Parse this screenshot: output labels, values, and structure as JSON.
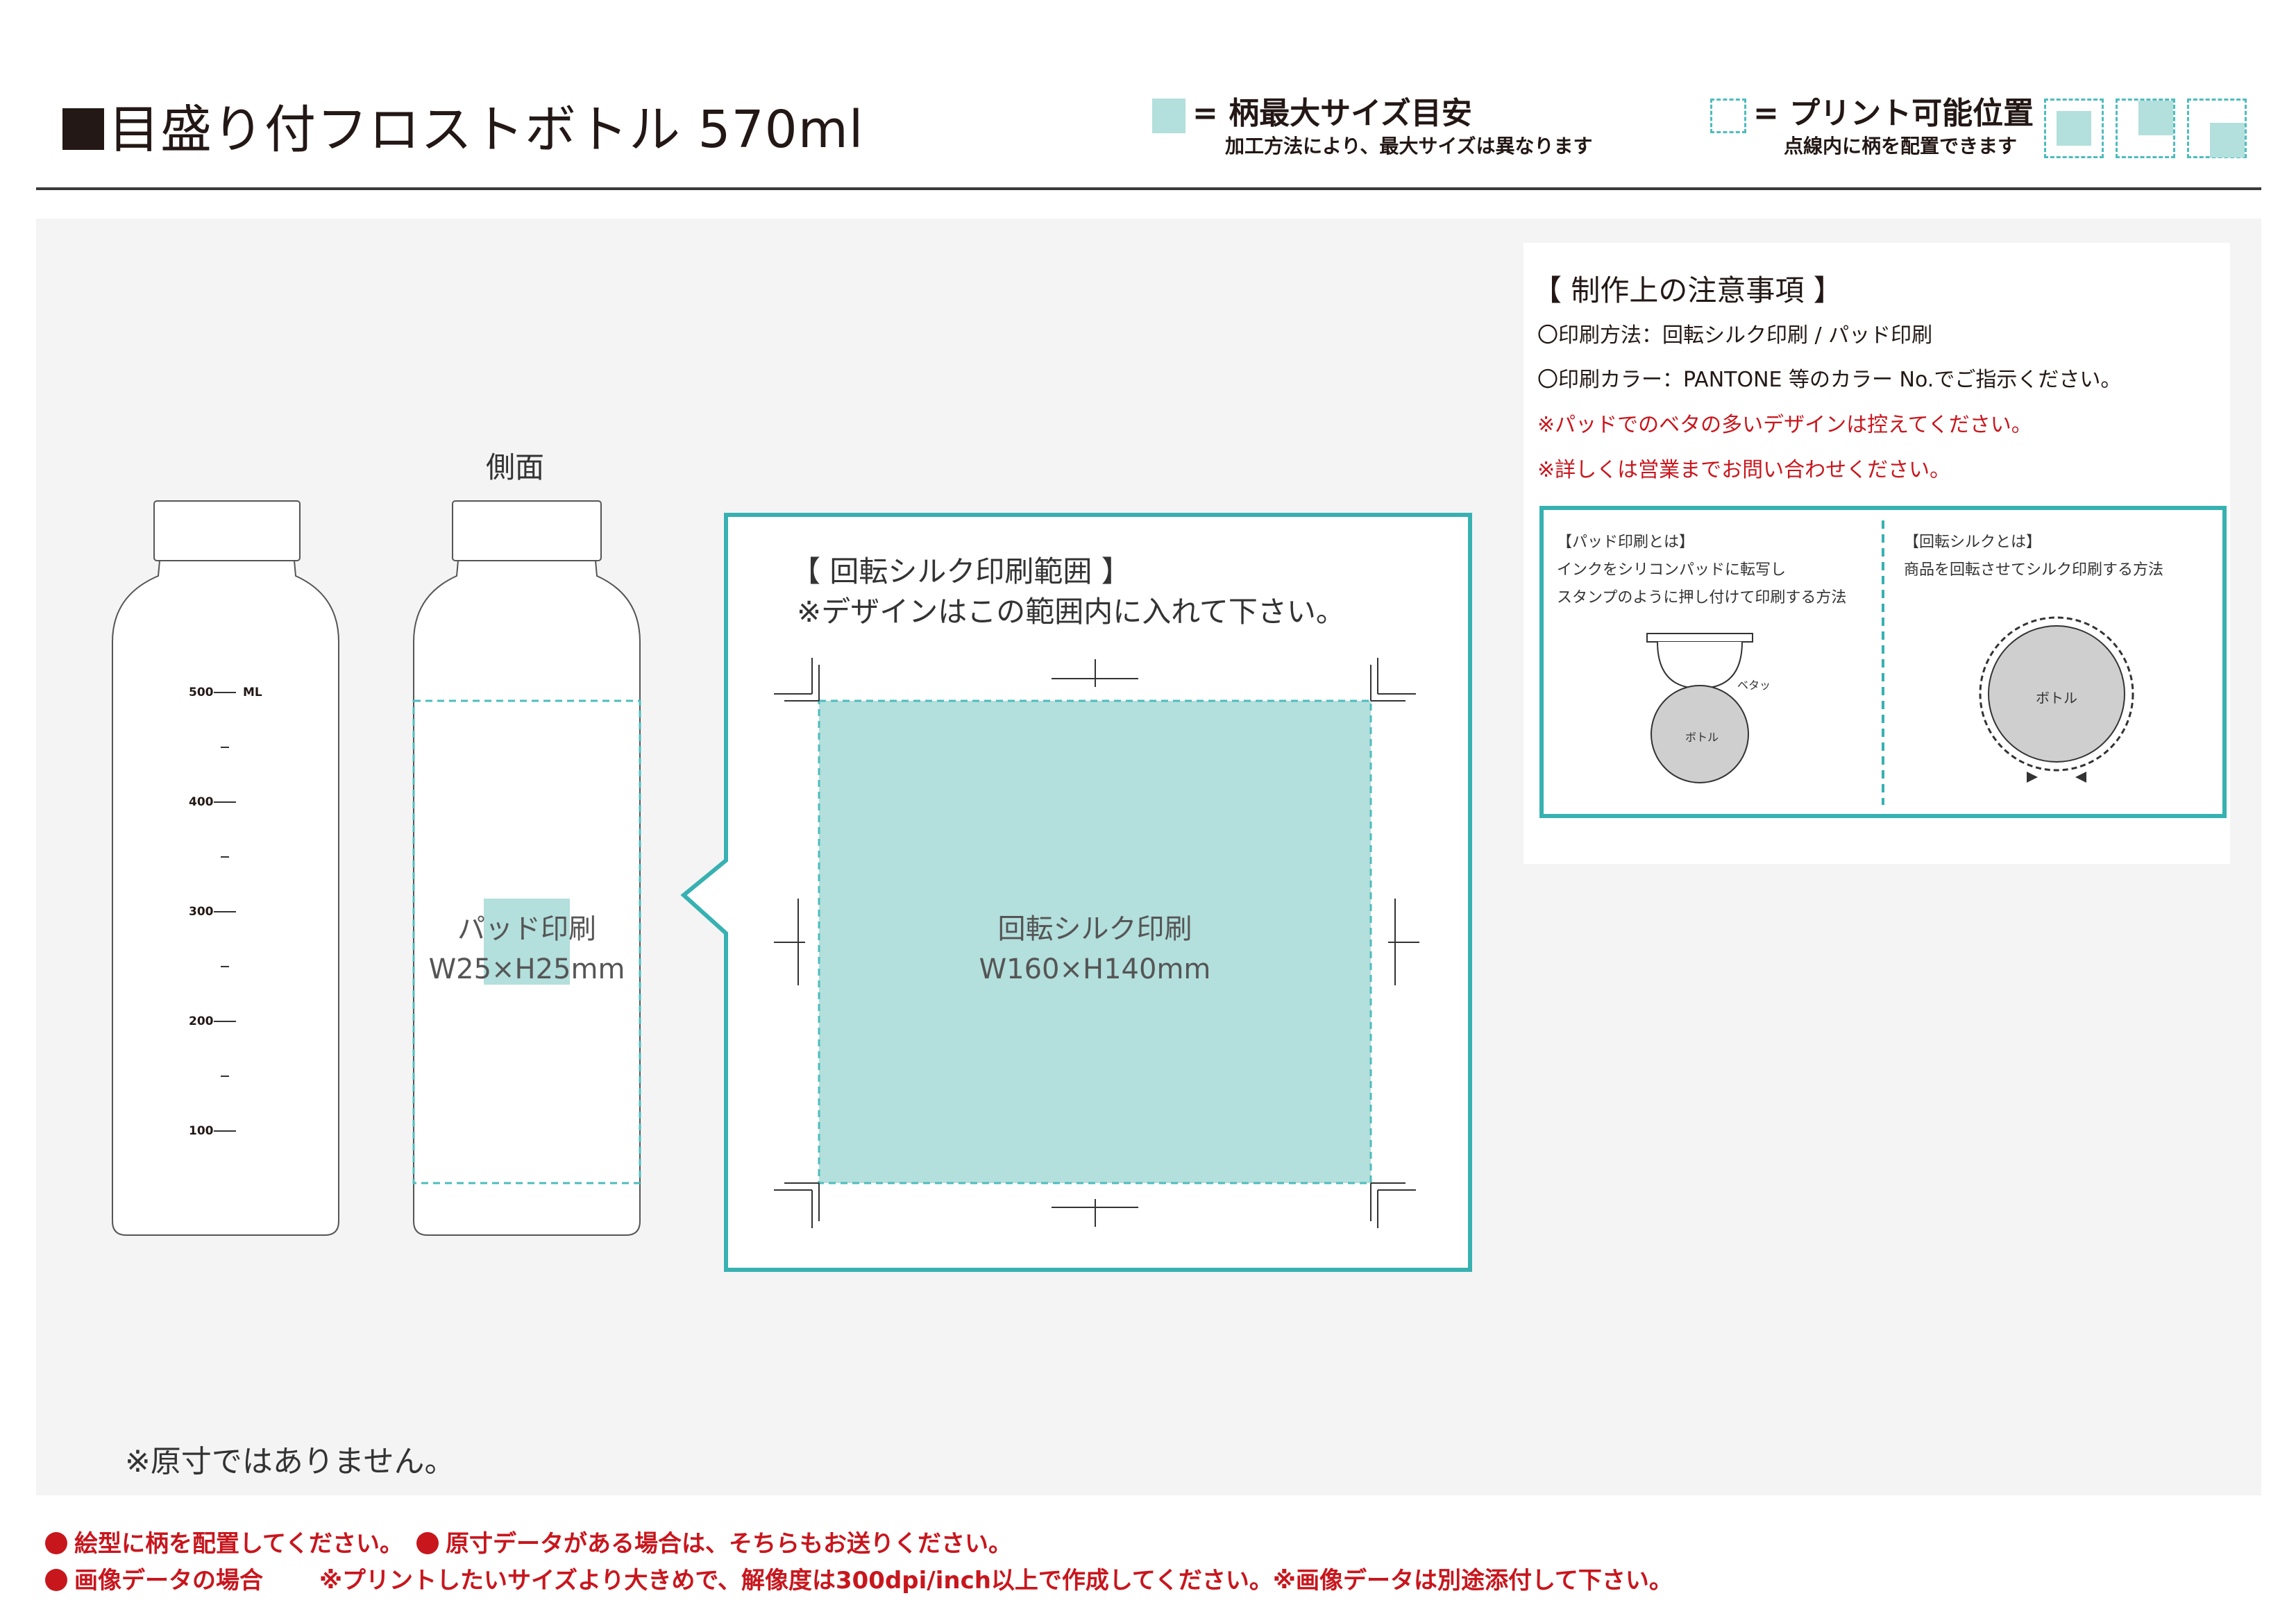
{
  "header": {
    "title": "目盛り付フロストボトル 570ml",
    "legend_max_size": "= 柄最大サイズ目安",
    "legend_max_size_note": "加工方法により、最大サイズは異なります",
    "legend_print_area": "= プリント可能位置",
    "legend_print_area_note": "点線内に柄を配置できます"
  },
  "bottles": {
    "side_label": "側面",
    "scale_unit": "ML",
    "scale_marks": [
      "500",
      "400",
      "300",
      "200",
      "100"
    ],
    "pad_print_name": "パッド印刷",
    "pad_print_size": "W25×H25mm"
  },
  "rotary_area": {
    "heading": "【 回転シルク印刷範囲 】",
    "instruction": "※デザインはこの範囲内に入れて下さい。",
    "area_name": "回転シルク印刷",
    "area_size": "W160×H140mm"
  },
  "notes": {
    "title": "【 制作上の注意事項 】",
    "lines": [
      "〇印刷方法：回転シルク印刷 / パッド印刷",
      "〇印刷カラー：PANTONE 等のカラー No.でご指示ください。"
    ],
    "warnings": [
      "※パッドでのベタの多いデザインは控えてください。",
      "※詳しくは営業までお問い合わせください。"
    ]
  },
  "methods": {
    "pad_title": "【パッド印刷とは】",
    "pad_desc_1": "インクをシリコンパッドに転写し",
    "pad_desc_2": "スタンプのように押し付けて印刷する方法",
    "pad_beta_label": "ベタッ",
    "pad_bottle_label": "ボトル",
    "rotary_title": "【回転シルクとは】",
    "rotary_desc": "商品を回転させてシルク印刷する方法",
    "rotary_bottle_label": "ボトル"
  },
  "footer": {
    "not_actual_size": "※原寸ではありません。",
    "instruction_1": "絵型に柄を配置してください。",
    "instruction_2": "原寸データがある場合は、そちらもお送りください。",
    "image_data_label": "画像データの場合",
    "image_data_note": "※プリントしたいサイズより大きめで、解像度は300dpi/inch以上で作成してください。※画像データは別途添付して下さい。"
  },
  "colors": {
    "teal_fill": "#b3dfdc",
    "teal_line": "#37b1b1",
    "warning_red": "#c8161d",
    "panel_gray": "#f4f4f4"
  }
}
